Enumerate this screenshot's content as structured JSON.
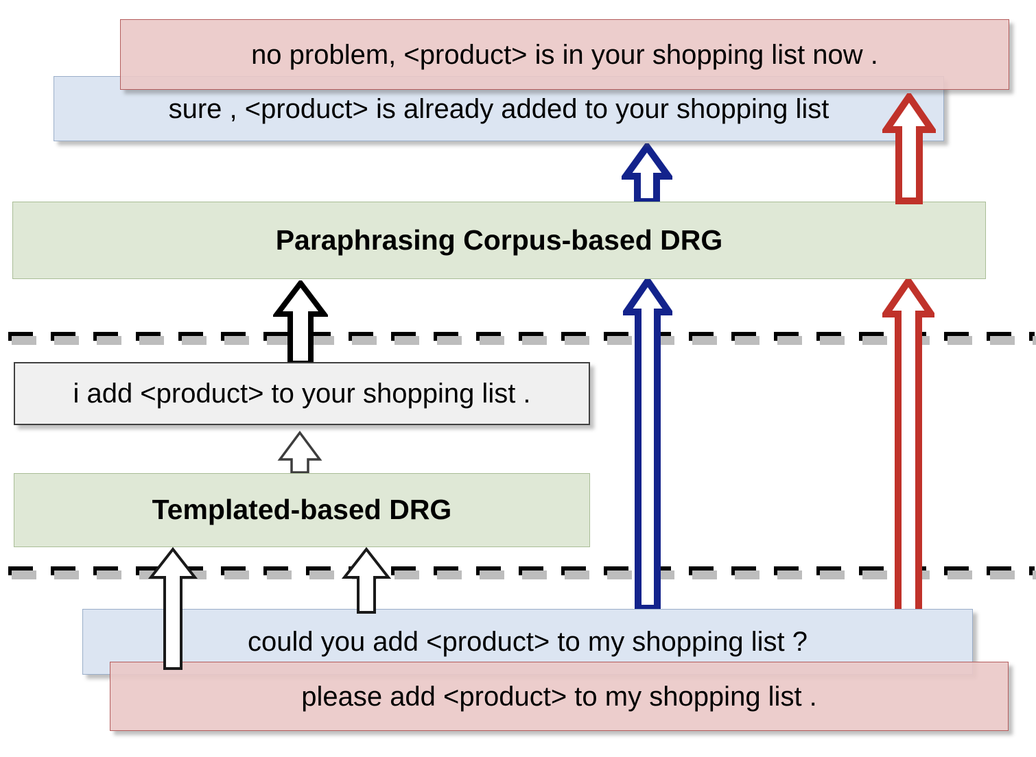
{
  "diagram": {
    "title": "Dialogue Response Generation pipeline",
    "colors": {
      "blue_box_fill": "#dce5f2",
      "blue_box_border": "#9aaec9",
      "pink_box_fill": "#eac8c7",
      "pink_box_border": "#b35c5c",
      "green_box_fill": "#dfe8d6",
      "green_box_border": "#a9bd96",
      "gray_box_fill": "#f0f0f0",
      "gray_box_border": "#404040",
      "arrow_black": "#000000",
      "arrow_blue": "#13238c",
      "arrow_red": "#c0322a",
      "arrow_white_fill": "#ffffff"
    },
    "top_outputs": {
      "pink_response": "no problem, <product> is in your shopping list now .",
      "blue_response": "sure , <product> is already added to your shopping list"
    },
    "modules": {
      "paraphrasing": "Paraphrasing Corpus-based DRG",
      "templated": "Templated-based DRG"
    },
    "intermediate": {
      "template_output": "i add <product> to your shopping list ."
    },
    "bottom_inputs": {
      "blue_request": "could you add <product> to my shopping list ?",
      "pink_request": "please add <product> to my shopping list ."
    },
    "arrows": [
      {
        "name": "red-arrow-top",
        "color": "#c0322a",
        "from": "paraphrasing-module",
        "to": "pink-response-box"
      },
      {
        "name": "blue-arrow-top",
        "color": "#13238c",
        "from": "paraphrasing-module",
        "to": "blue-response-box"
      },
      {
        "name": "black-arrow-template",
        "color": "#000000",
        "from": "template-output-box",
        "to": "paraphrasing-module"
      },
      {
        "name": "blue-arrow-long",
        "color": "#13238c",
        "from": "blue-request-box",
        "to": "paraphrasing-module"
      },
      {
        "name": "red-arrow-long",
        "color": "#c0322a",
        "from": "pink-request-box",
        "to": "paraphrasing-module"
      },
      {
        "name": "thin-arrow-template",
        "color": "#404040",
        "from": "templated-module",
        "to": "template-output-box"
      },
      {
        "name": "black-arrow-left",
        "color": "#000000",
        "from": "pink-request-box",
        "to": "templated-module"
      },
      {
        "name": "black-arrow-right",
        "color": "#000000",
        "from": "blue-request-box",
        "to": "templated-module"
      }
    ],
    "separators": [
      {
        "name": "upper-dashed-separator"
      },
      {
        "name": "lower-dashed-separator"
      }
    ]
  }
}
